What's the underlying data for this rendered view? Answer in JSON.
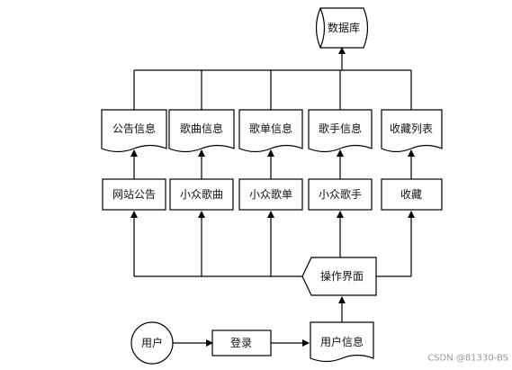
{
  "nodes": {
    "database": "数据库",
    "announcement_info": "公告信息",
    "song_info": "歌曲信息",
    "playlist_info": "歌单信息",
    "singer_info": "歌手信息",
    "favorites_list": "收藏列表",
    "site_announcement": "网站公告",
    "niche_songs": "小众歌曲",
    "niche_playlists": "小众歌单",
    "niche_singers": "小众歌手",
    "favorites": "收藏",
    "operation_interface": "操作界面",
    "user": "用户",
    "login": "登录",
    "user_info": "用户信息"
  },
  "watermark": "CSDN @81330-BS"
}
